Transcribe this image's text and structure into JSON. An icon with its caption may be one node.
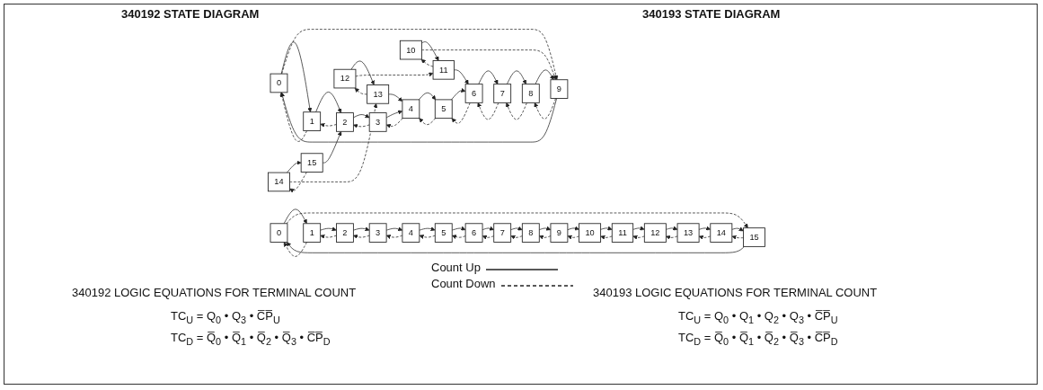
{
  "diagram": {
    "nodes": [
      {
        "text": [
          "0"
        ]
      },
      {
        "text": [
          "1"
        ]
      },
      {
        "text": [
          "2"
        ]
      },
      {
        "text": [
          "3"
        ]
      },
      {
        "text": [
          "4"
        ]
      },
      {
        "text": [
          "5"
        ]
      },
      {
        "text": [
          "6"
        ]
      },
      {
        "text": [
          "7"
        ]
      },
      {
        "text": [
          "8"
        ]
      },
      {
        "text": [
          "9"
        ]
      },
      {
        "text": [
          "10"
        ]
      },
      {
        "text": [
          "11"
        ]
      },
      {
        "text": [
          "12"
        ]
      },
      {
        "text": [
          "13"
        ]
      },
      {
        "text": [
          "14"
        ]
      },
      {
        "text": [
          "15"
        ]
      },
      {
        "text": [
          "0"
        ]
      },
      {
        "text": [
          "1"
        ]
      },
      {
        "text": [
          "2"
        ]
      },
      {
        "text": [
          "3"
        ]
      },
      {
        "text": [
          "4"
        ]
      },
      {
        "text": [
          "5"
        ]
      },
      {
        "text": [
          "6"
        ]
      },
      {
        "text": [
          "7"
        ]
      },
      {
        "text": [
          "8"
        ]
      },
      {
        "text": [
          "9"
        ]
      },
      {
        "text": [
          "10"
        ]
      },
      {
        "text": [
          "11"
        ]
      },
      {
        "text": [
          "12"
        ]
      },
      {
        "text": [
          "13"
        ]
      },
      {
        "text": [
          "14"
        ]
      },
      {
        "text": [
          "15"
        ]
      }
    ],
    "edges": [
      {
        "from": 0,
        "to": 1,
        "arrow": "to"
      },
      {
        "from": 1,
        "to": 2,
        "arrow": "to"
      },
      {
        "from": 2,
        "to": 3,
        "arrow": "to"
      },
      {
        "from": 3,
        "to": 4,
        "arrow": "to"
      },
      {
        "from": 4,
        "to": 5,
        "arrow": "to"
      },
      {
        "from": 5,
        "to": 6,
        "arrow": "to"
      },
      {
        "from": 6,
        "to": 7,
        "arrow": "to"
      },
      {
        "from": 7,
        "to": 8,
        "arrow": "to"
      },
      {
        "from": 8,
        "to": 9,
        "arrow": "to"
      },
      {
        "from": 9,
        "to": 0,
        "arrow": "to"
      },
      {
        "from": 10,
        "to": 11,
        "arrow": "to"
      },
      {
        "from": 11,
        "to": 6,
        "arrow": "to"
      },
      {
        "from": 12,
        "to": 13,
        "arrow": "to"
      },
      {
        "from": 13,
        "to": 4,
        "arrow": "to"
      },
      {
        "from": 14,
        "to": 15,
        "arrow": "to"
      },
      {
        "from": 15,
        "to": 2,
        "arrow": "to"
      },
      {
        "from": 1,
        "to": 0,
        "arrow": "to",
        "style": "dashed"
      },
      {
        "from": 2,
        "to": 1,
        "arrow": "to",
        "style": "dashed"
      },
      {
        "from": 3,
        "to": 2,
        "arrow": "to",
        "style": "dashed"
      },
      {
        "from": 4,
        "to": 3,
        "arrow": "to",
        "style": "dashed"
      },
      {
        "from": 5,
        "to": 4,
        "arrow": "to",
        "style": "dashed"
      },
      {
        "from": 6,
        "to": 5,
        "arrow": "to",
        "style": "dashed"
      },
      {
        "from": 7,
        "to": 6,
        "arrow": "to",
        "style": "dashed"
      },
      {
        "from": 8,
        "to": 7,
        "arrow": "to",
        "style": "dashed"
      },
      {
        "from": 9,
        "to": 8,
        "arrow": "to",
        "style": "dashed"
      },
      {
        "from": 0,
        "to": 9,
        "arrow": "to",
        "style": "dashed"
      },
      {
        "from": 15,
        "to": 14,
        "arrow": "to",
        "style": "dashed"
      },
      {
        "from": 14,
        "to": 13,
        "arrow": "to",
        "style": "dashed"
      },
      {
        "from": 13,
        "to": 12,
        "arrow": "to",
        "style": "dashed"
      },
      {
        "from": 12,
        "to": 11,
        "arrow": "to",
        "style": "dashed"
      },
      {
        "from": 11,
        "to": 10,
        "arrow": "to",
        "style": "dashed"
      },
      {
        "from": 10,
        "to": 9,
        "arrow": "to",
        "style": "dashed"
      },
      {
        "from": 16,
        "to": 17,
        "arrow": "to"
      },
      {
        "from": 17,
        "to": 18,
        "arrow": "to"
      },
      {
        "from": 18,
        "to": 19,
        "arrow": "to"
      },
      {
        "from": 19,
        "to": 20,
        "arrow": "to"
      },
      {
        "from": 20,
        "to": 21,
        "arrow": "to"
      },
      {
        "from": 21,
        "to": 22,
        "arrow": "to"
      },
      {
        "from": 22,
        "to": 23,
        "arrow": "to"
      },
      {
        "from": 23,
        "to": 24,
        "arrow": "to"
      },
      {
        "from": 24,
        "to": 25,
        "arrow": "to"
      },
      {
        "from": 25,
        "to": 26,
        "arrow": "to"
      },
      {
        "from": 26,
        "to": 27,
        "arrow": "to"
      },
      {
        "from": 27,
        "to": 28,
        "arrow": "to"
      },
      {
        "from": 28,
        "to": 29,
        "arrow": "to"
      },
      {
        "from": 29,
        "to": 30,
        "arrow": "to"
      },
      {
        "from": 30,
        "to": 31,
        "arrow": "to"
      },
      {
        "from": 31,
        "to": 16,
        "arrow": "to"
      },
      {
        "from": 17,
        "to": 16,
        "arrow": "to",
        "style": "dashed"
      },
      {
        "from": 18,
        "to": 17,
        "arrow": "to",
        "style": "dashed"
      },
      {
        "from": 19,
        "to": 18,
        "arrow": "to",
        "style": "dashed"
      },
      {
        "from": 20,
        "to": 19,
        "arrow": "to",
        "style": "dashed"
      },
      {
        "from": 21,
        "to": 20,
        "arrow": "to",
        "style": "dashed"
      },
      {
        "from": 22,
        "to": 21,
        "arrow": "to",
        "style": "dashed"
      },
      {
        "from": 23,
        "to": 22,
        "arrow": "to",
        "style": "dashed"
      },
      {
        "from": 24,
        "to": 23,
        "arrow": "to",
        "style": "dashed"
      },
      {
        "from": 25,
        "to": 24,
        "arrow": "to",
        "style": "dashed"
      },
      {
        "from": 26,
        "to": 25,
        "arrow": "to",
        "style": "dashed"
      },
      {
        "from": 27,
        "to": 26,
        "arrow": "to",
        "style": "dashed"
      },
      {
        "from": 28,
        "to": 27,
        "arrow": "to",
        "style": "dashed"
      },
      {
        "from": 29,
        "to": 28,
        "arrow": "to",
        "style": "dashed"
      },
      {
        "from": 30,
        "to": 29,
        "arrow": "to",
        "style": "dashed"
      },
      {
        "from": 31,
        "to": 30,
        "arrow": "to",
        "style": "dashed"
      },
      {
        "from": 16,
        "to": 31,
        "arrow": "to",
        "style": "dashed"
      }
    ],
    "labels": [
      "340192 STATE DIAGRAM",
      "340193 STATE DIAGRAM",
      "340192 LOGIC EQUATIONS FOR TERMINAL COUNT",
      "TC$_{U}$ = Q$_{0}$ • Q$_{3}$ • C̅P̅$_{U}$",
      "TC$_{D}$ = Q̅$_{0}$ • Q̅$_{1}$ • Q̅$_{2}$ • Q̅$_{3}$ • C̅P̅$_{D}$",
      "340193 LOGIC EQUATIONS FOR TERMINAL COUNT",
      "TC$_{U}$ = Q$_{0}$ • Q$_{1}$ • Q$_{2}$ • Q$_{3}$ • C̅P̅$_{U}$",
      "TC$_{D}$ = Q̅$_{0}$ • Q̅$_{1}$ • Q̅$_{2}$ • Q̅$_{3}$ • C̅P̅$_{D}$"
    ],
    "legend": [
      {
        "text": "Count Up"
      },
      {
        "text": "Count Down"
      }
    ]
  }
}
